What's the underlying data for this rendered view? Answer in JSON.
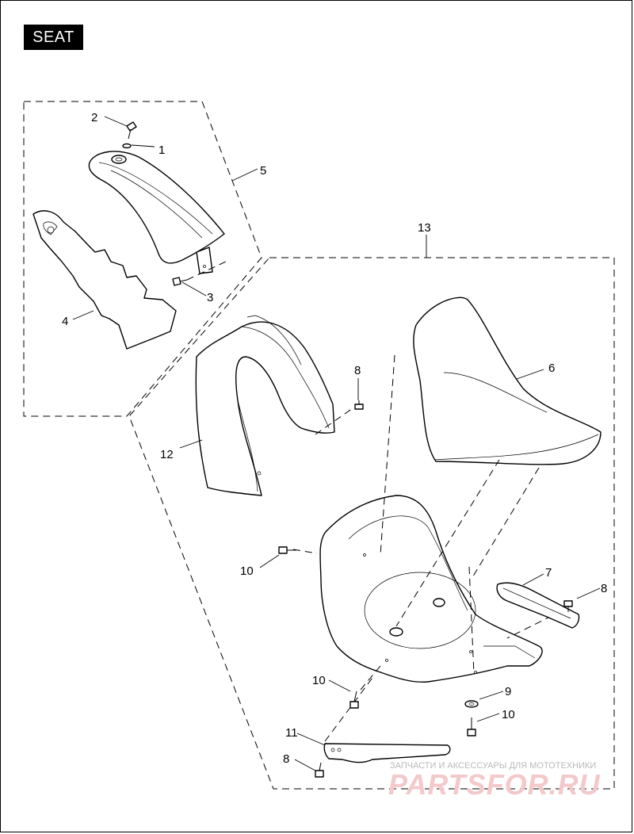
{
  "page_title": "SEAT",
  "callouts": {
    "c1": "1",
    "c2": "2",
    "c3": "3",
    "c4": "4",
    "c5": "5",
    "c6": "6",
    "c7": "7",
    "c8a": "8",
    "c8b": "8",
    "c8c": "8",
    "c9": "9",
    "c10a": "10",
    "c10b": "10",
    "c10c": "10",
    "c11": "11",
    "c12": "12",
    "c13": "13"
  },
  "watermark": {
    "tagline": "ЗАПЧАСТИ И АКСЕССУАРЫ ДЛЯ МОТОТЕХНИКИ",
    "logo": "PARTSFOR.RU"
  }
}
